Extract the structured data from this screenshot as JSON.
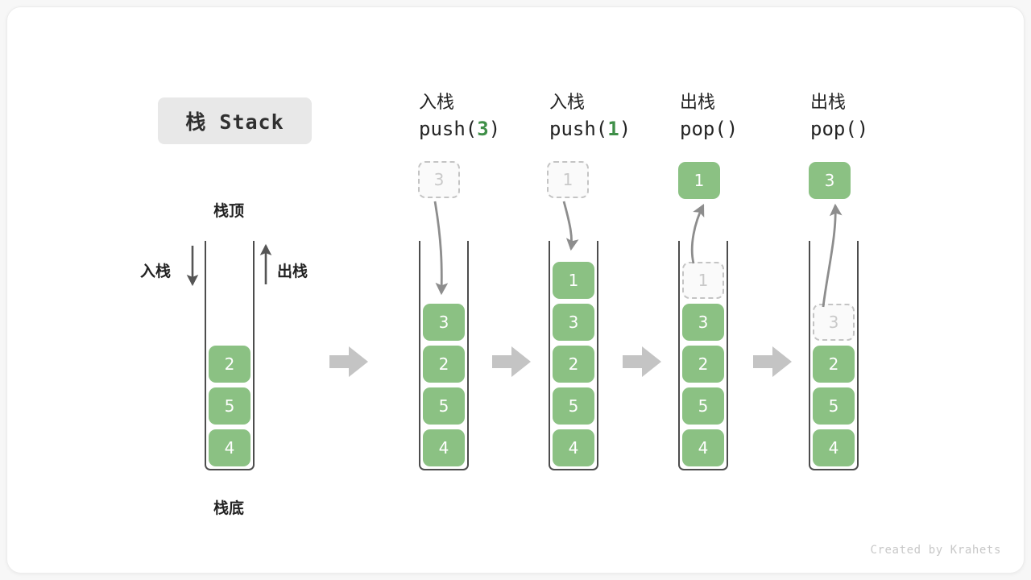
{
  "title": {
    "badge": "栈 Stack"
  },
  "labels": {
    "top": "栈顶",
    "bottom": "栈底",
    "push": "入栈",
    "pop": "出栈"
  },
  "credit": "Created by Krahets",
  "colors": {
    "cell_fill": "#8bc183",
    "cell_text": "#ffffff",
    "ghost_border": "#c4c4c4",
    "ghost_text": "#c9c9c9",
    "arrow_gray": "#9a9a9a",
    "block_arrow": "#c4c4c4",
    "accent_green": "#3f8f48",
    "wall": "#4d4d4d",
    "badge_bg": "#e8e8e8"
  },
  "steps": [
    {
      "id": "initial",
      "op_cn": "",
      "op_code": "",
      "op_arg": "",
      "incoming": null,
      "outgoing": null,
      "cells": [
        {
          "value": "2",
          "state": "filled"
        },
        {
          "value": "5",
          "state": "filled"
        },
        {
          "value": "4",
          "state": "filled"
        }
      ]
    },
    {
      "id": "push-3",
      "op_cn": "入栈",
      "op_code_prefix": "push(",
      "op_arg": "3",
      "op_code_suffix": ")",
      "incoming": {
        "value": "3",
        "state": "ghost"
      },
      "outgoing": null,
      "cells": [
        {
          "value": "3",
          "state": "filled"
        },
        {
          "value": "2",
          "state": "filled"
        },
        {
          "value": "5",
          "state": "filled"
        },
        {
          "value": "4",
          "state": "filled"
        }
      ]
    },
    {
      "id": "push-1",
      "op_cn": "入栈",
      "op_code_prefix": "push(",
      "op_arg": "1",
      "op_code_suffix": ")",
      "incoming": {
        "value": "1",
        "state": "ghost"
      },
      "outgoing": null,
      "cells": [
        {
          "value": "1",
          "state": "filled"
        },
        {
          "value": "3",
          "state": "filled"
        },
        {
          "value": "2",
          "state": "filled"
        },
        {
          "value": "5",
          "state": "filled"
        },
        {
          "value": "4",
          "state": "filled"
        }
      ]
    },
    {
      "id": "pop-1",
      "op_cn": "出栈",
      "op_code_prefix": "pop(",
      "op_arg": "",
      "op_code_suffix": ")",
      "incoming": null,
      "outgoing": {
        "value": "1",
        "state": "filled"
      },
      "cells": [
        {
          "value": "1",
          "state": "ghost"
        },
        {
          "value": "3",
          "state": "filled"
        },
        {
          "value": "2",
          "state": "filled"
        },
        {
          "value": "5",
          "state": "filled"
        },
        {
          "value": "4",
          "state": "filled"
        }
      ]
    },
    {
      "id": "pop-3",
      "op_cn": "出栈",
      "op_code_prefix": "pop(",
      "op_arg": "",
      "op_code_suffix": ")",
      "incoming": null,
      "outgoing": {
        "value": "3",
        "state": "filled"
      },
      "cells": [
        {
          "value": "3",
          "state": "ghost"
        },
        {
          "value": "2",
          "state": "filled"
        },
        {
          "value": "5",
          "state": "filled"
        },
        {
          "value": "4",
          "state": "filled"
        }
      ]
    }
  ],
  "op_headers": [
    {
      "cn": "入栈",
      "code_prefix": "push(",
      "arg": "3",
      "code_suffix": ")"
    },
    {
      "cn": "入栈",
      "code_prefix": "push(",
      "arg": "1",
      "code_suffix": ")"
    },
    {
      "cn": "出栈",
      "code_prefix": "pop(",
      "arg": "",
      "code_suffix": ")"
    },
    {
      "cn": "出栈",
      "code_prefix": "pop(",
      "arg": "",
      "code_suffix": ")"
    }
  ]
}
